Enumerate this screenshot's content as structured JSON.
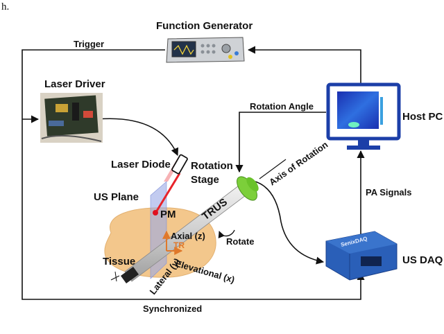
{
  "panel_letter": "h.",
  "devices": {
    "function_generator": "Function Generator",
    "laser_driver": "Laser Driver",
    "host_pc": "Host PC",
    "us_daq": "US DAQ",
    "daq_brand": "SenixDAQ"
  },
  "components": {
    "laser_diode": "Laser Diode",
    "us_plane": "US Plane",
    "pm": "PM",
    "tissue": "Tissue",
    "rotation_stage_line1": "Rotation",
    "rotation_stage_line2": "Stage",
    "trus": "TRUS",
    "axis_of_rotation": "Axis of Rotation",
    "rotate": "Rotate",
    "tr": "TR"
  },
  "axes": {
    "axial": "Axial (z)",
    "lateral": "Lateral (y)",
    "elevational": "Elevational (x)"
  },
  "signals": {
    "trigger": "Trigger",
    "rotation_angle": "Rotation Angle",
    "pa_signals": "PA Signals",
    "synchronized": "Synchronized"
  },
  "colors": {
    "laser_beam": "#e8232a",
    "pm_dot": "#e0101e",
    "tissue": "#f3c78c",
    "us_plane": "#9aa8e6",
    "rotation_stage": "#7ccf3a",
    "axis_arrow": "#e0782a",
    "daq_body": "#2a5fb8",
    "monitor_frame": "#1c3fa8"
  }
}
